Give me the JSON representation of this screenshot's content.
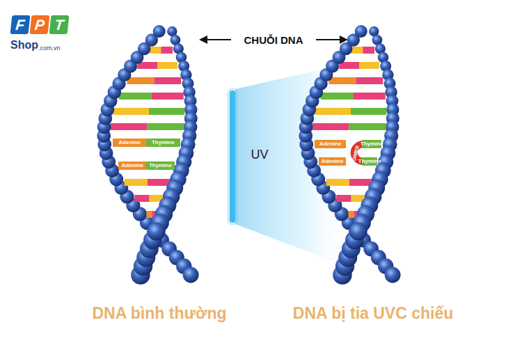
{
  "diagram": {
    "nodes": [
      {
        "text": [
          "F"
        ]
      },
      {
        "text": [
          "P"
        ]
      },
      {
        "text": [
          "T"
        ]
      },
      {
        "text": [
          "Adenine"
        ]
      },
      {
        "text": [
          "Thymine"
        ]
      },
      {
        "text": [
          "Adenine"
        ]
      },
      {
        "text": [
          "Thymine"
        ]
      },
      {
        "text": [
          "Adenine"
        ]
      },
      {
        "text": [
          "Thymine"
        ]
      },
      {
        "text": [
          "Adenine"
        ]
      },
      {
        "text": [
          "Thymine"
        ]
      }
    ],
    "labels": [
      "Shop",
      ".com.vn",
      "CHUỖI DNA",
      "UV",
      "DIMER",
      "DNA bình thường",
      "DNA bị tia UVC chiếu"
    ]
  }
}
